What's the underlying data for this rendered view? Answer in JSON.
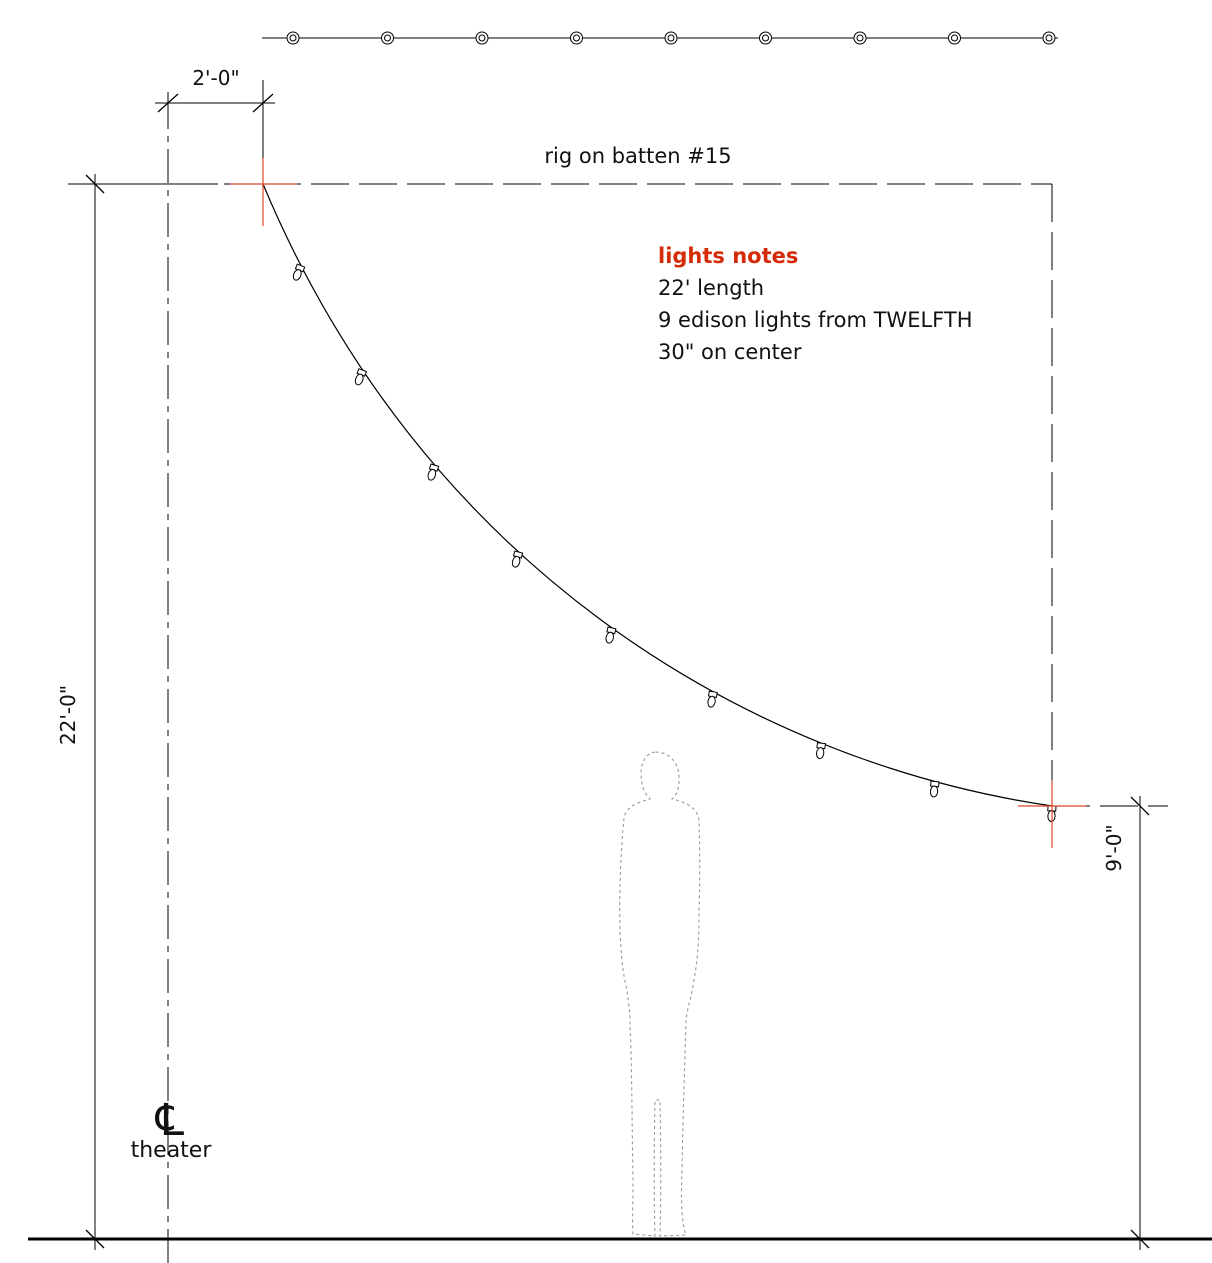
{
  "dimensions": {
    "offset": "2'-0\"",
    "height_total": "22'-0\"",
    "height_low": "9'-0\""
  },
  "rig_label": "rig on batten #15",
  "notes": {
    "title": "lights notes",
    "lines": [
      "22' length",
      "9 edison lights from TWELFTH",
      "30\" on center"
    ]
  },
  "centerline": {
    "symbol": "℄",
    "label": "theater"
  },
  "light_count": 9,
  "colors": {
    "accent": "#d42a06",
    "line": "#000000",
    "figure": "#9a9a9a"
  }
}
